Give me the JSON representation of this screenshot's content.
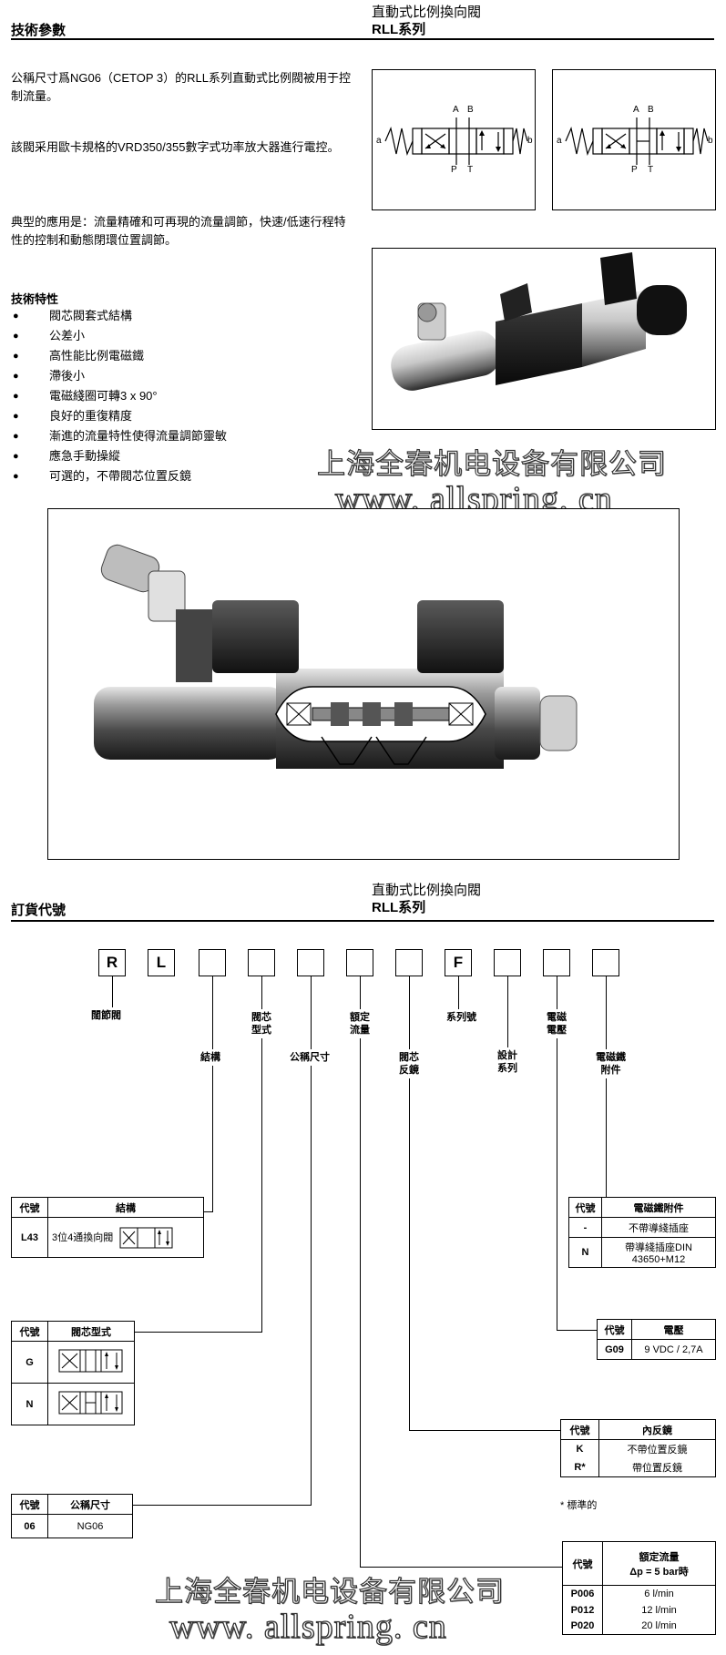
{
  "section1": {
    "title_left": "技術參數",
    "title_right_line1": "直動式比例換向閥",
    "title_right_line2": "RLL系列"
  },
  "intro": {
    "p1": "公稱尺寸爲NG06（CETOP 3）的RLL系列直動式比例閥被用于控制流量。",
    "p2": "該閥采用歐卡規格的VRD350/355數字式功率放大器進行電控。",
    "p3": "典型的應用是：流量精確和可再現的流量調節，快速/低速行程特性的控制和動態閉環位置調節。"
  },
  "features": {
    "title": "技術特性",
    "items": [
      "閥芯閥套式結構",
      "公差小",
      "高性能比例電磁鐵",
      "滯後小",
      "電磁綫圈可轉3 x 90°",
      "良好的重復精度",
      "漸進的流量特性使得流量調節靈敏",
      "應急手動操縱",
      "可選的，不帶閥芯位置反鏡"
    ]
  },
  "symbols": {
    "port_a": "A",
    "port_b": "B",
    "port_p": "P",
    "port_t": "T",
    "side_a": "a",
    "side_b": "b"
  },
  "watermark": {
    "company": "上海全春机电设备有限公司",
    "url": "www. allspring. cn"
  },
  "section2": {
    "title_left": "訂貨代號",
    "title_right_line1": "直動式比例換向閥",
    "title_right_line2": "RLL系列"
  },
  "order_code": {
    "boxes": [
      "R",
      "L",
      "",
      "",
      "",
      "",
      "",
      "F",
      "",
      "",
      ""
    ],
    "labels": {
      "valve": "闊節閥",
      "structure": "結構",
      "spool_type_1": "閥芯",
      "spool_type_2": "型式",
      "nominal_size": "公稱尺寸",
      "rated_flow_1": "額定",
      "rated_flow_2": "流量",
      "spool_feedback_1": "閥芯",
      "spool_feedback_2": "反鏡",
      "series_no": "系列號",
      "design_series_1": "設計",
      "design_series_2": "系列",
      "solenoid_voltage_1": "電磁",
      "solenoid_voltage_2": "電壓",
      "solenoid_accessory_1": "電磁鐵",
      "solenoid_accessory_2": "附件"
    }
  },
  "tables": {
    "structure": {
      "h_code": "代號",
      "h_name": "結構",
      "rows": [
        {
          "code": "L43",
          "desc": "3位4通換向閥"
        }
      ]
    },
    "spool_type": {
      "h_code": "代號",
      "h_name": "閥芯型式",
      "rows": [
        {
          "code": "G"
        },
        {
          "code": "N"
        }
      ]
    },
    "nominal_size": {
      "h_code": "代號",
      "h_name": "公稱尺寸",
      "rows": [
        {
          "code": "06",
          "desc": "NG06"
        }
      ]
    },
    "accessory": {
      "h_code": "代號",
      "h_name": "電磁鐵附件",
      "rows": [
        {
          "code": "-",
          "desc": "不帶導綫插座"
        },
        {
          "code": "N",
          "desc": "帶導綫插座DIN 43650+M12"
        }
      ]
    },
    "voltage": {
      "h_code": "代號",
      "h_name": "電壓",
      "rows": [
        {
          "code": "G09",
          "desc": "9 VDC / 2,7A"
        }
      ]
    },
    "feedback": {
      "h_code": "代號",
      "h_name": "內反鏡",
      "rows": [
        {
          "code": "K",
          "desc": "不帶位置反鏡"
        },
        {
          "code": "R*",
          "desc": "帶位置反鏡"
        }
      ],
      "note": "* 標準的"
    },
    "flow": {
      "h_code": "代號",
      "h_name_1": "額定流量",
      "h_name_2": "Δp = 5 bar時",
      "rows": [
        {
          "code": "P006",
          "desc": "6 l/min"
        },
        {
          "code": "P012",
          "desc": "12 l/min"
        },
        {
          "code": "P020",
          "desc": "20 l/min"
        }
      ]
    }
  }
}
